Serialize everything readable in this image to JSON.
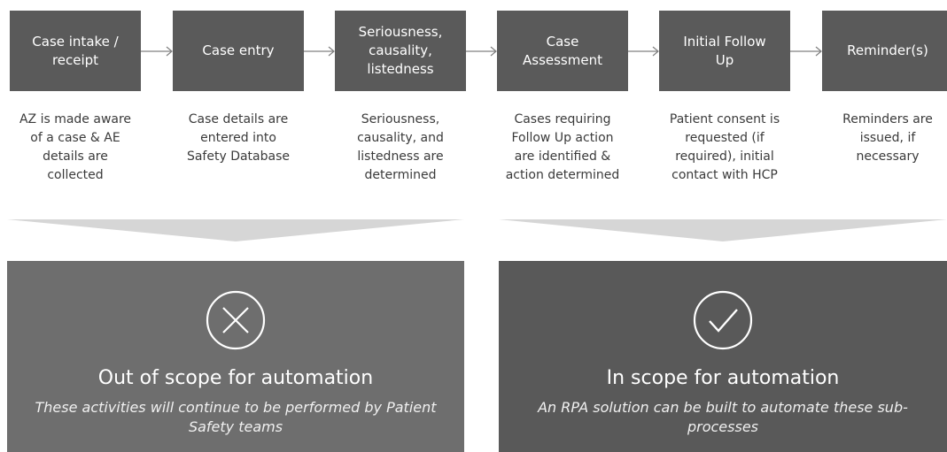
{
  "colors": {
    "step_fill": "#5a5a5a",
    "panel_left": "#6e6e6e",
    "panel_right": "#595959",
    "funnel": "#d6d6d6",
    "arrow": "#808080"
  },
  "steps": [
    {
      "title": "Case intake /\nreceipt",
      "description": "AZ is made aware\nof a case & AE\ndetails are\ncollected"
    },
    {
      "title": "Case entry",
      "description": "Case details are\nentered into\nSafety Database"
    },
    {
      "title": "Seriousness,\ncausality,\nlistedness",
      "description": "Seriousness,\ncausality, and\nlistedness are\ndetermined"
    },
    {
      "title": "Case\nAssessment",
      "description": "Cases requiring\nFollow Up action\nare identified &\naction determined"
    },
    {
      "title": "Initial Follow\nUp",
      "description": "Patient consent is\nrequested (if\nrequired), initial\ncontact with HCP"
    },
    {
      "title": "Reminder(s)",
      "description": "Reminders are\nissued, if\nnecessary"
    }
  ],
  "scopes": {
    "out": {
      "icon": "x-circle-icon",
      "title": "Out of scope for automation",
      "subtitle": "These activities will continue to be performed by Patient Safety teams"
    },
    "in": {
      "icon": "checkmark-circle-icon",
      "title": "In scope for automation",
      "subtitle": "An RPA solution can be built to automate these sub-processes"
    }
  }
}
